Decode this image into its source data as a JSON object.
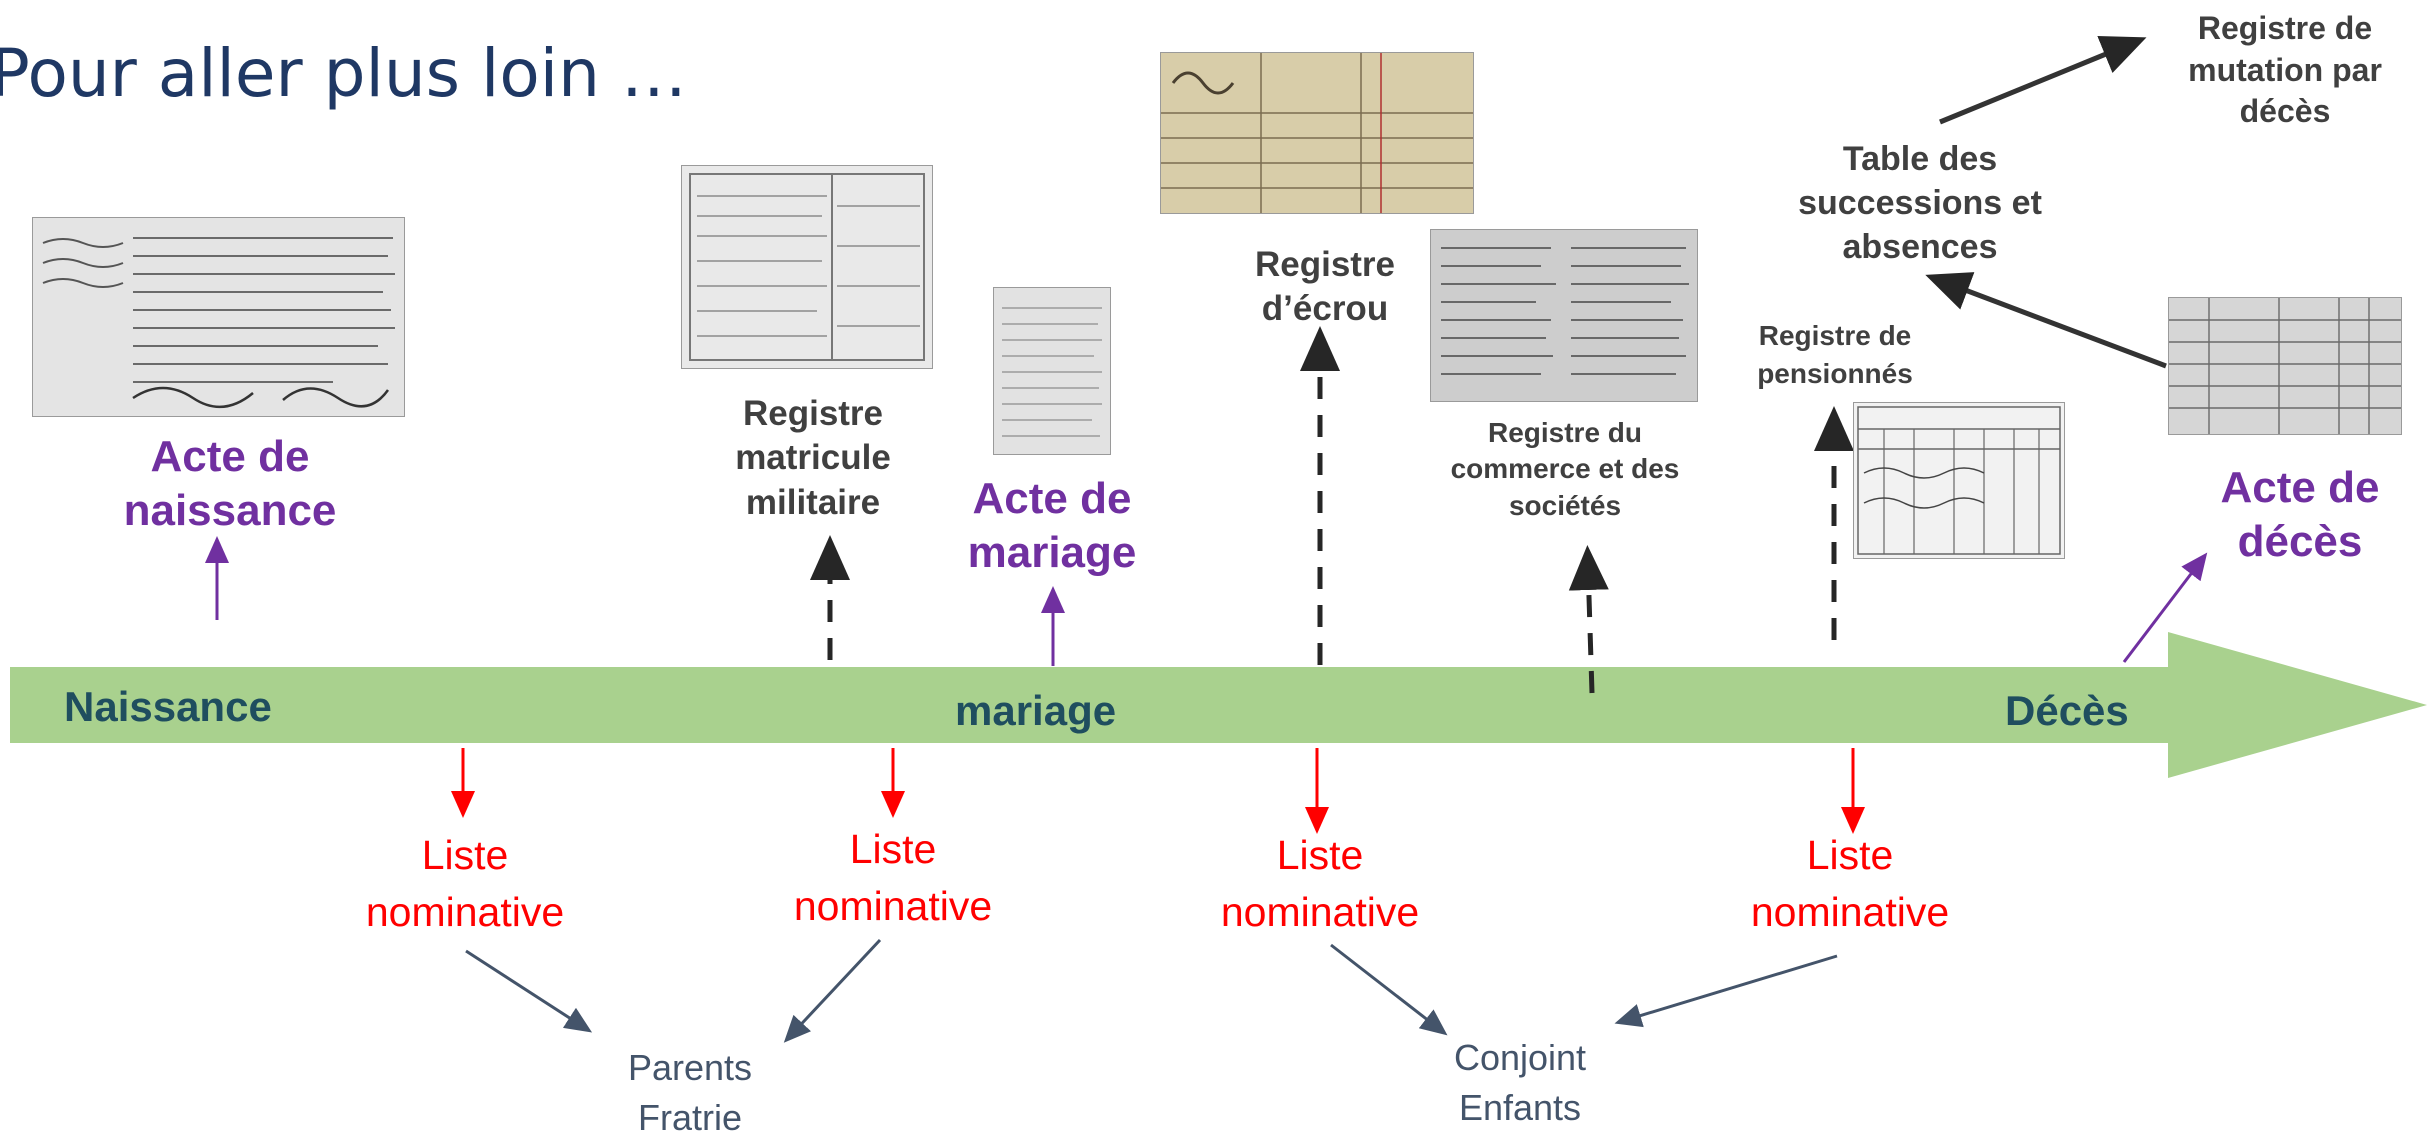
{
  "title": "Pour aller plus loin …",
  "timeline": {
    "start": "Naissance",
    "middle": "mariage",
    "end": "Décès",
    "color": "#a9d18e"
  },
  "acts": {
    "birth": "Acte de naissance",
    "marriage": "Acte de mariage",
    "death": "Acte de décès"
  },
  "registers": {
    "military": "Registre matricule militaire",
    "prison": "Registre d’écrou",
    "commerce": "Registre du commerce et des sociétés",
    "pensioners": "Registre de pensionnés",
    "successions": "Table des successions et absences",
    "mutation": "Registre de mutation par décès"
  },
  "lists": [
    "Liste nominative",
    "Liste nominative",
    "Liste nominative",
    "Liste nominative"
  ],
  "relatives": {
    "group1": [
      "Parents",
      "Fratrie"
    ],
    "group2": [
      "Conjoint",
      "Enfants"
    ]
  },
  "colors": {
    "purple": "#7030a0",
    "red": "#ff0000",
    "dark": "#404040",
    "grey_blue": "#44546a",
    "title": "#1f3864"
  }
}
